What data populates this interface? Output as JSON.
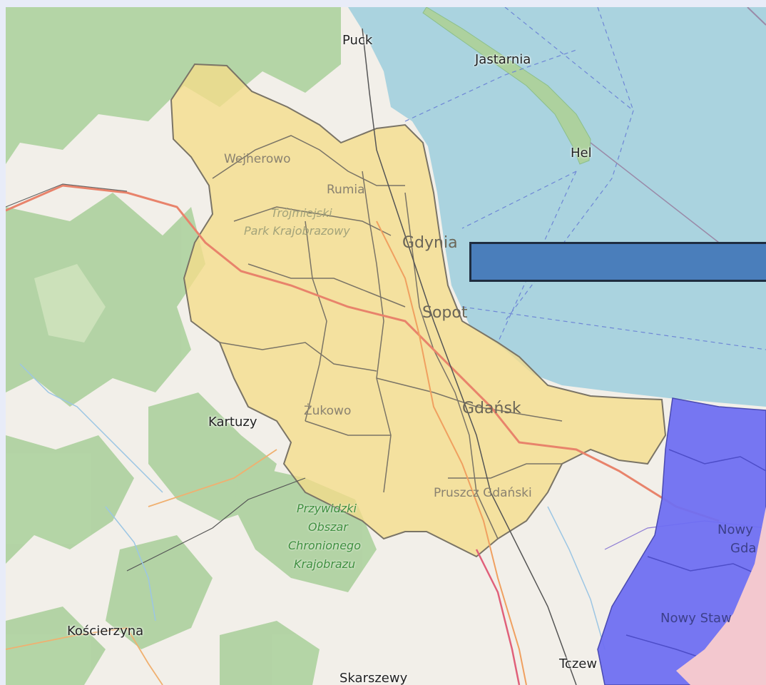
{
  "map": {
    "colors": {
      "sea": "#aad3df",
      "land": "#f2efe9",
      "forest": "#add19e",
      "region_fill": "#f5dd8a",
      "adjacent_region_fill": "#6f6ff2",
      "pink_region_fill": "#f3c8cf",
      "legend_bar": "#4a7ebb"
    },
    "labels": {
      "puck": "Puck",
      "jastarnia": "Jastarnia",
      "hel": "Hel",
      "wejherowo": "Wejherowo",
      "rumia": "Rumia",
      "park_trojmiejski_1": "Trójmiejski",
      "park_trojmiejski_2": "Park Krajobrazowy",
      "gdynia": "Gdynia",
      "sopot": "Sopot",
      "gdansk": "Gdańsk",
      "zukowo": "Żukowo",
      "kartuzy": "Kartuzy",
      "pruszcz": "Pruszcz Gdański",
      "przywidzki_1": "Przywidzki",
      "przywidzki_2": "Obszar",
      "przywidzki_3": "Chronionego",
      "przywidzki_4": "Krajobrazu",
      "nowy_dwor_1": "Nowy",
      "nowy_dwor_2": "Gda",
      "nowy_staw": "Nowy Staw",
      "koscierzyna": "Kościerzyna",
      "skarszewy": "Skarszewy",
      "tczew": "Tczew"
    }
  }
}
